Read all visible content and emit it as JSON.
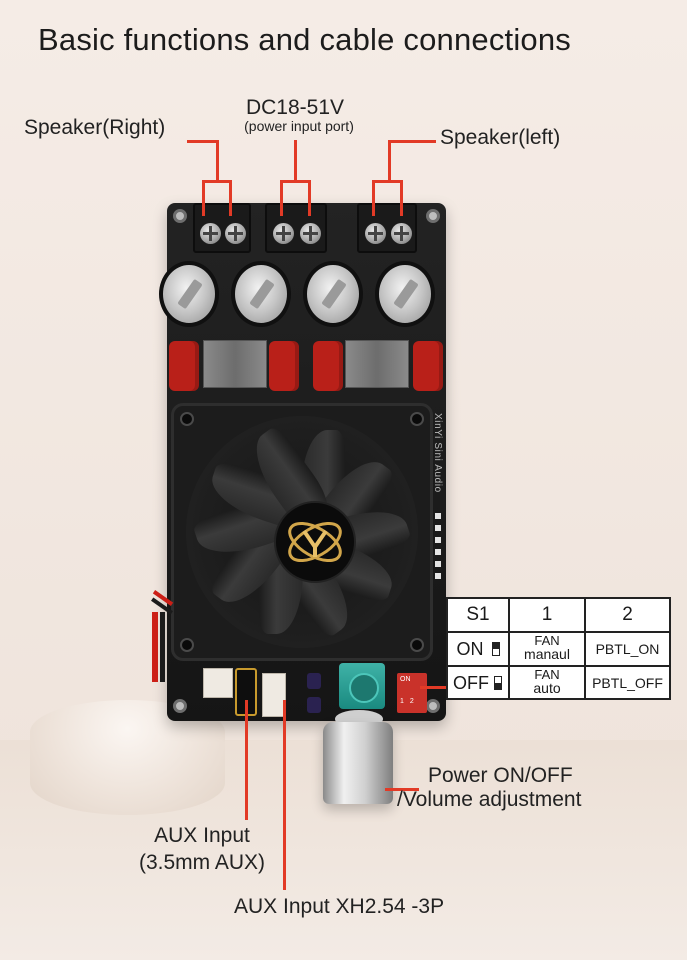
{
  "title": "Basic functions and cable connections",
  "labels": {
    "speaker_right": "Speaker(Right)",
    "speaker_left": "Speaker(left)",
    "power_input": "DC18-51V",
    "power_input_sub": "(power input port)",
    "power_volume_1": "Power ON/OFF",
    "power_volume_2": "/Volume adjustment",
    "aux_input_1": "AUX Input",
    "aux_input_2": "(3.5mm AUX)",
    "aux_xh": "AUX Input XH2.54 -3P"
  },
  "board_print": "XinYi Sini Audio",
  "dip_switch": {
    "on_label": "ON",
    "numbers": "1 2"
  },
  "switch_table": {
    "header": [
      "S1",
      "1",
      "2"
    ],
    "rows": [
      {
        "state": "ON",
        "col1_line1": "FAN",
        "col1_line2": "manaul",
        "col2": "PBTL_ON"
      },
      {
        "state": "OFF",
        "col1_line1": "FAN",
        "col1_line2": "auto",
        "col2": "PBTL_OFF"
      }
    ]
  },
  "colors": {
    "lead_line": "#e23a26",
    "board": "#1a1a1a",
    "capacitor_film": "#b92019",
    "logo_gold": "#d2a64a"
  },
  "icons": [
    "fan-icon",
    "logo-icon",
    "switch-on-icon",
    "switch-off-icon",
    "volume-knob-icon"
  ]
}
